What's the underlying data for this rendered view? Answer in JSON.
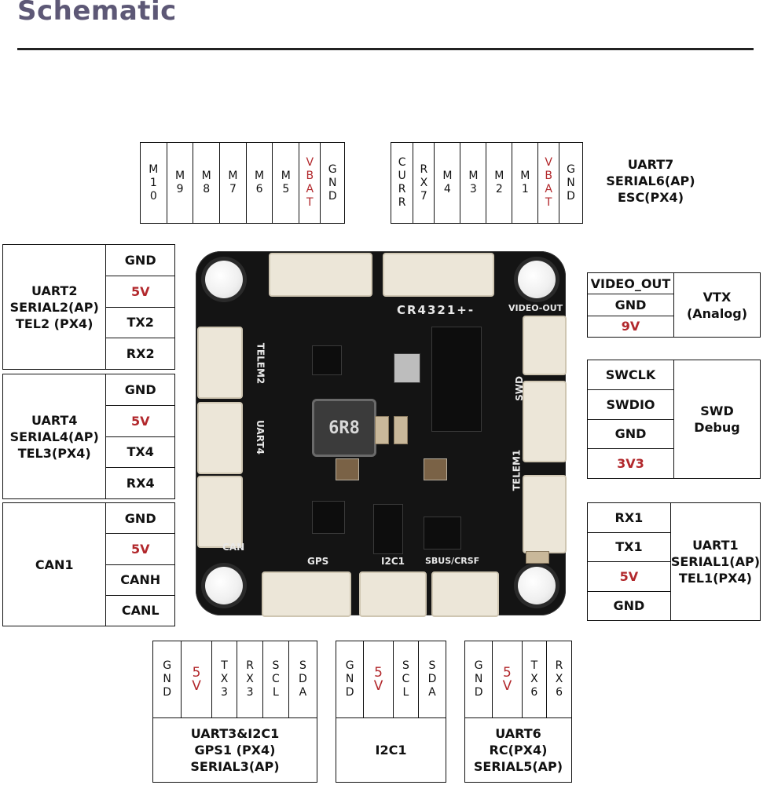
{
  "title": "Schematic",
  "colors": {
    "title": "#5d5876",
    "accent_red": "#b2282c"
  },
  "top_left": {
    "pins": [
      {
        "label": "M10",
        "red": false
      },
      {
        "label": "M9",
        "red": false
      },
      {
        "label": "M8",
        "red": false
      },
      {
        "label": "M7",
        "red": false
      },
      {
        "label": "M6",
        "red": false
      },
      {
        "label": "M5",
        "red": false
      },
      {
        "label": "VBAT",
        "red": true
      },
      {
        "label": "GND",
        "red": false
      }
    ]
  },
  "top_right": {
    "pins": [
      {
        "label": "CURR",
        "red": false
      },
      {
        "label": "RX7",
        "red": false
      },
      {
        "label": "M4",
        "red": false
      },
      {
        "label": "M3",
        "red": false
      },
      {
        "label": "M2",
        "red": false
      },
      {
        "label": "M1",
        "red": false
      },
      {
        "label": "VBAT",
        "red": true
      },
      {
        "label": "GND",
        "red": false
      }
    ],
    "label_lines": [
      "UART7",
      "SERIAL6(AP)",
      "ESC(PX4)"
    ]
  },
  "left_blocks": [
    {
      "label_lines": [
        "UART2",
        "SERIAL2(AP)",
        "TEL2 (PX4)"
      ],
      "pins": [
        {
          "label": "GND",
          "red": false
        },
        {
          "label": "5V",
          "red": true
        },
        {
          "label": "TX2",
          "red": false
        },
        {
          "label": "RX2",
          "red": false
        }
      ]
    },
    {
      "label_lines": [
        "UART4",
        "SERIAL4(AP)",
        "TEL3(PX4)"
      ],
      "pins": [
        {
          "label": "GND",
          "red": false
        },
        {
          "label": "5V",
          "red": true
        },
        {
          "label": "TX4",
          "red": false
        },
        {
          "label": "RX4",
          "red": false
        }
      ]
    },
    {
      "label_lines": [
        "CAN1"
      ],
      "pins": [
        {
          "label": "GND",
          "red": false
        },
        {
          "label": "5V",
          "red": true
        },
        {
          "label": "CANH",
          "red": false
        },
        {
          "label": "CANL",
          "red": false
        }
      ]
    }
  ],
  "right_blocks": [
    {
      "label_lines": [
        "VTX",
        "(Analog)"
      ],
      "pins": [
        {
          "label": "VIDEO_OUT",
          "red": false
        },
        {
          "label": "GND",
          "red": false
        },
        {
          "label": "9V",
          "red": true
        }
      ]
    },
    {
      "label_lines": [
        "SWD",
        "Debug"
      ],
      "pins": [
        {
          "label": "SWCLK",
          "red": false
        },
        {
          "label": "SWDIO",
          "red": false
        },
        {
          "label": "GND",
          "red": false
        },
        {
          "label": "3V3",
          "red": true
        }
      ]
    },
    {
      "label_lines": [
        "UART1",
        "SERIAL1(AP)",
        "TEL1(PX4)"
      ],
      "pins": [
        {
          "label": "RX1",
          "red": false
        },
        {
          "label": "TX1",
          "red": false
        },
        {
          "label": "5V",
          "red": true
        },
        {
          "label": "GND",
          "red": false
        }
      ]
    }
  ],
  "bottom_blocks": [
    {
      "label_lines": [
        "UART3&I2C1",
        "GPS1 (PX4)",
        "SERIAL3(AP)"
      ],
      "pins": [
        {
          "label": "GND",
          "red": false
        },
        {
          "label": "5V",
          "red": true
        },
        {
          "label": "TX3",
          "red": false
        },
        {
          "label": "RX3",
          "red": false
        },
        {
          "label": "SCL",
          "red": false
        },
        {
          "label": "SDA",
          "red": false
        }
      ]
    },
    {
      "label_lines": [
        "I2C1"
      ],
      "pins": [
        {
          "label": "GND",
          "red": false
        },
        {
          "label": "5V",
          "red": true
        },
        {
          "label": "SCL",
          "red": false
        },
        {
          "label": "SDA",
          "red": false
        }
      ]
    },
    {
      "label_lines": [
        "UART6",
        "RC(PX4)",
        "SERIAL5(AP)"
      ],
      "pins": [
        {
          "label": "GND",
          "red": false
        },
        {
          "label": "5V",
          "red": true
        },
        {
          "label": "TX6",
          "red": false
        },
        {
          "label": "RX6",
          "red": false
        }
      ]
    }
  ],
  "board": {
    "model": "CR4321+-",
    "inductor": "6R8",
    "silk_labels": {
      "video_out": "VIDEO-OUT",
      "swd": "SWD",
      "telem1": "TELEM1",
      "telem2": "TELEM2",
      "uart4": "UART4",
      "can": "CAN",
      "gps": "GPS",
      "i2c1": "I2C1",
      "sbus": "SBUS/CRSF"
    }
  }
}
